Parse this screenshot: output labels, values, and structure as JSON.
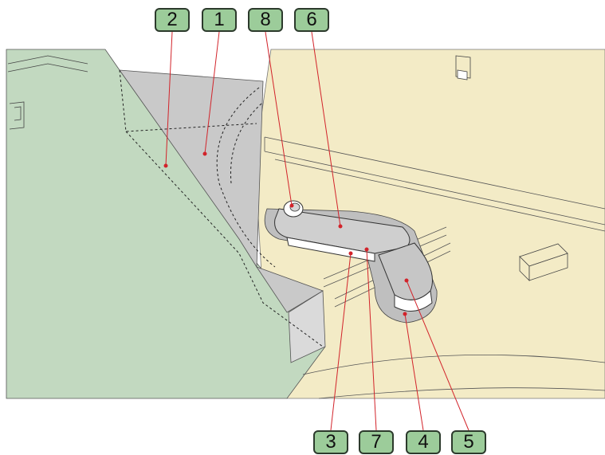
{
  "callouts": [
    {
      "id": "c2",
      "label": "2"
    },
    {
      "id": "c1",
      "label": "1"
    },
    {
      "id": "c8",
      "label": "8"
    },
    {
      "id": "c6",
      "label": "6"
    },
    {
      "id": "c3",
      "label": "3"
    },
    {
      "id": "c7",
      "label": "7"
    },
    {
      "id": "c4",
      "label": "4"
    },
    {
      "id": "c5",
      "label": "5"
    }
  ],
  "colors": {
    "green_ground": "#c2d9c0",
    "cream_wall": "#f3ebc6",
    "gray_surface": "#c9c9c9",
    "callout_fill": "#9ccc9a",
    "leader_line": "#d2232a"
  }
}
